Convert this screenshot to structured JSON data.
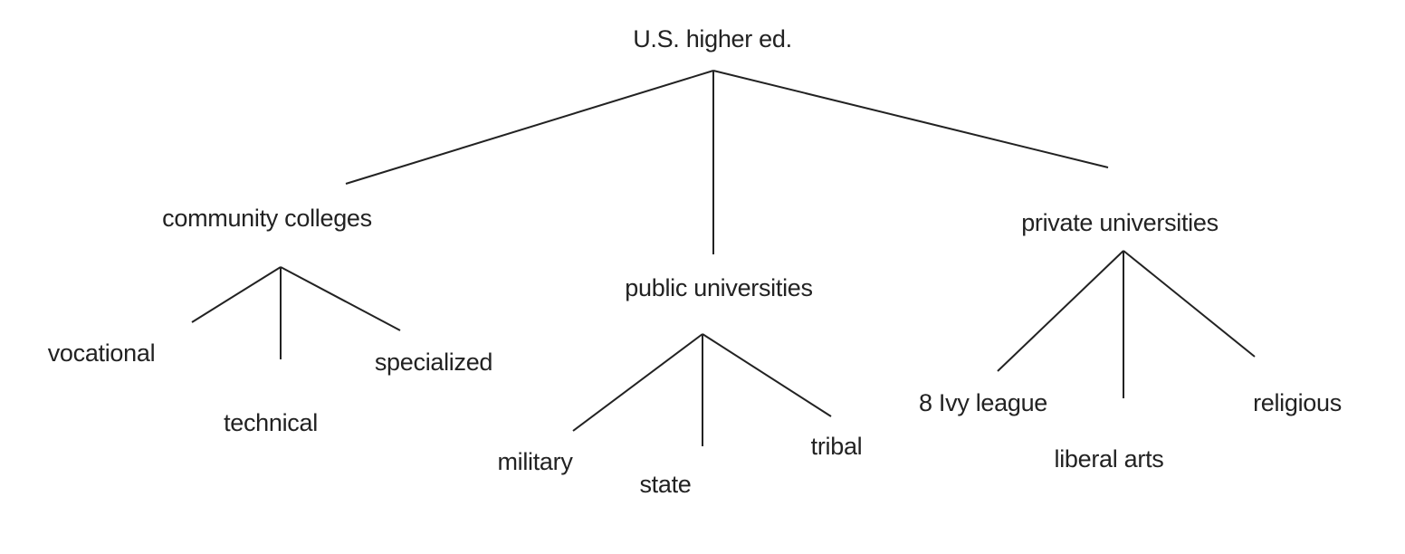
{
  "root": {
    "label": "U.S. higher ed."
  },
  "branches": [
    {
      "label": "community colleges",
      "children": [
        "vocational",
        "technical",
        "specialized"
      ]
    },
    {
      "label": "public universities",
      "children": [
        "military",
        "state",
        "tribal"
      ]
    },
    {
      "label": "private universities",
      "children": [
        "8 Ivy league",
        "liberal arts",
        "religious"
      ]
    }
  ],
  "colors": {
    "line": "#222222",
    "text": "#222222",
    "background": "#ffffff"
  }
}
